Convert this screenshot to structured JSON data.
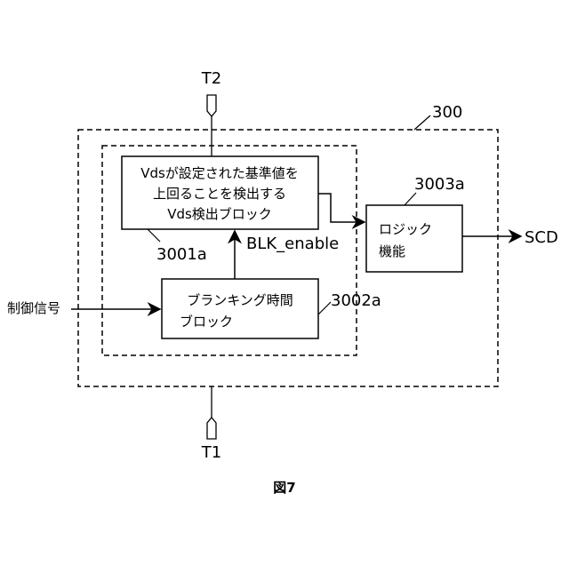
{
  "labels": {
    "t2": "T2",
    "t1": "T1",
    "outer_ref": "300",
    "detect_block_line1": "Vdsが設定された基準値を",
    "detect_block_line2": "上回ることを検出する",
    "detect_block_line3": "Vds検出ブロック",
    "detect_ref": "3001a",
    "blk_enable": "BLK_enable",
    "blanking_block_line1": "ブランキング時間",
    "blanking_block_line2": "ブロック",
    "blanking_ref": "3002a",
    "logic_block_line1": "ロジック",
    "logic_block_line2": "機能",
    "logic_ref": "3003a",
    "output": "SCD",
    "control_input": "制御信号",
    "figure_caption": "図7"
  }
}
